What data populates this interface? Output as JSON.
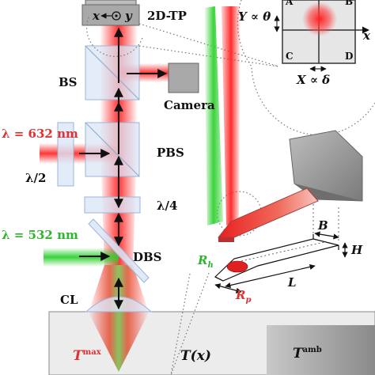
{
  "labels": {
    "tp_x": "x",
    "tp_y": "y",
    "tp_name": "2D-TP",
    "bs": "BS",
    "camera": "Camera",
    "laser_red": "λ = 632 nm",
    "pbs": "PBS",
    "half_wave": "λ/2",
    "quarter_wave": "λ/4",
    "laser_green": "λ = 532 nm",
    "dbs": "DBS",
    "cl": "CL",
    "t_max_base": "T",
    "t_max_sup": "max",
    "t_x": "T(x)",
    "t_amb_base": "T",
    "t_amb_sup": "amb",
    "y_theta": "Y ∝ θ",
    "x_delta": "X ∝ δ",
    "axis_x": "x",
    "quad_a": "A",
    "quad_b": "B",
    "quad_c": "C",
    "quad_d": "D",
    "dim_b": "B",
    "dim_h": "H",
    "dim_l": "L",
    "r_h_base": "R",
    "r_h_sub": "h",
    "r_p_base": "R",
    "r_p_sub": "p"
  },
  "colors": {
    "laser_red": "#e02020",
    "laser_green": "#33cc33",
    "optic_fill": "#dbe6f6",
    "optic_stroke": "#9db4d8",
    "label_red": "#e03030",
    "label_green": "#2db52d"
  }
}
